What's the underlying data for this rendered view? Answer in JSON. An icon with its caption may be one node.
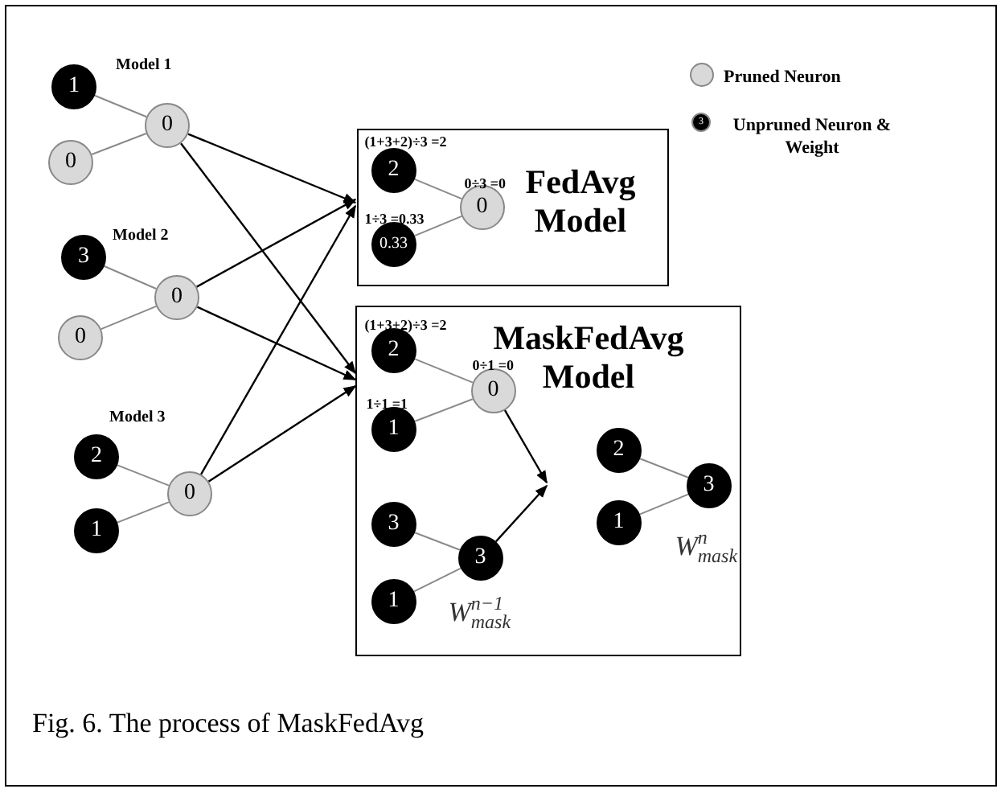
{
  "diagram": {
    "caption": "Fig. 6. The process of MaskFedAvg",
    "nodes": [
      {
        "text": [
          "1"
        ]
      },
      {
        "text": [
          "0"
        ]
      },
      {
        "text": [
          "0"
        ]
      },
      {
        "text": [
          "3"
        ]
      },
      {
        "text": [
          "0"
        ]
      },
      {
        "text": [
          "0"
        ]
      },
      {
        "text": [
          "2"
        ]
      },
      {
        "text": [
          "0"
        ]
      },
      {
        "text": [
          "1"
        ]
      },
      {
        "text": [
          "FedAvg Model"
        ]
      },
      {
        "text": [
          "2"
        ],
        "in": 9,
        "beside": [
          "(1+3+2)÷3 =2"
        ]
      },
      {
        "text": [
          "0"
        ],
        "in": 9,
        "beside": [
          "0÷3 =0"
        ]
      },
      {
        "text": [
          "0.33"
        ],
        "in": 9,
        "beside": [
          "1÷3 =0.33"
        ]
      },
      {
        "text": [
          "MaskFedAvg Model"
        ]
      },
      {
        "text": [
          "2"
        ],
        "in": 13,
        "beside": [
          "(1+3+2)÷3 =2"
        ]
      },
      {
        "text": [
          "0"
        ],
        "in": 13,
        "beside": [
          "0÷1 =0"
        ]
      },
      {
        "text": [
          "1"
        ],
        "in": 13,
        "beside": [
          "1÷1 =1"
        ]
      },
      {
        "text": [
          "3"
        ],
        "in": 13
      },
      {
        "text": [
          "3"
        ],
        "in": 13,
        "beside": [
          "W$_{mask}$$^{n−1}$"
        ]
      },
      {
        "text": [
          "1"
        ],
        "in": 13
      },
      {
        "text": [
          "2"
        ],
        "in": 13
      },
      {
        "text": [
          "3"
        ],
        "in": 13,
        "beside": [
          "W$_{mask}$$^{n}$"
        ]
      },
      {
        "text": [
          "1"
        ],
        "in": 13
      }
    ],
    "edges": [
      {
        "from": 0,
        "to": 1,
        "arrow": "none"
      },
      {
        "from": 2,
        "to": 1,
        "arrow": "none"
      },
      {
        "from": 3,
        "to": 4,
        "arrow": "none"
      },
      {
        "from": 5,
        "to": 4,
        "arrow": "none"
      },
      {
        "from": 6,
        "to": 7,
        "arrow": "none"
      },
      {
        "from": 8,
        "to": 7,
        "arrow": "none"
      },
      {
        "from": 1,
        "to": 9,
        "arrow": "to",
        "color": "#000000"
      },
      {
        "from": 1,
        "to": 13,
        "arrow": "to",
        "color": "#000000"
      },
      {
        "from": 4,
        "to": 9,
        "arrow": "to",
        "color": "#000000"
      },
      {
        "from": 4,
        "to": 13,
        "arrow": "to",
        "color": "#000000"
      },
      {
        "from": 7,
        "to": 9,
        "arrow": "to",
        "color": "#000000"
      },
      {
        "from": 7,
        "to": 13,
        "arrow": "to",
        "color": "#000000"
      },
      {
        "from": 10,
        "to": 11,
        "arrow": "none"
      },
      {
        "from": 12,
        "to": 11,
        "arrow": "none"
      },
      {
        "from": 14,
        "to": 15,
        "arrow": "none"
      },
      {
        "from": 16,
        "to": 15,
        "arrow": "none"
      },
      {
        "from": 17,
        "to": 18,
        "arrow": "none"
      },
      {
        "from": 19,
        "to": 18,
        "arrow": "none"
      },
      {
        "from": 15,
        "to": null,
        "arrow": "to",
        "color": "#000000"
      },
      {
        "from": 18,
        "to": null,
        "arrow": "to",
        "color": "#000000"
      },
      {
        "from": 20,
        "to": 21,
        "arrow": "none"
      },
      {
        "from": 22,
        "to": 21,
        "arrow": "none"
      }
    ],
    "labels": [
      "Model 1",
      "Model 2",
      "Model 3",
      "3"
    ],
    "legend": [
      {
        "text": "Pruned Neuron",
        "color": "#d9d9d9"
      },
      {
        "text": "Unpruned Neuron & Weight",
        "color": "#000000"
      }
    ]
  }
}
